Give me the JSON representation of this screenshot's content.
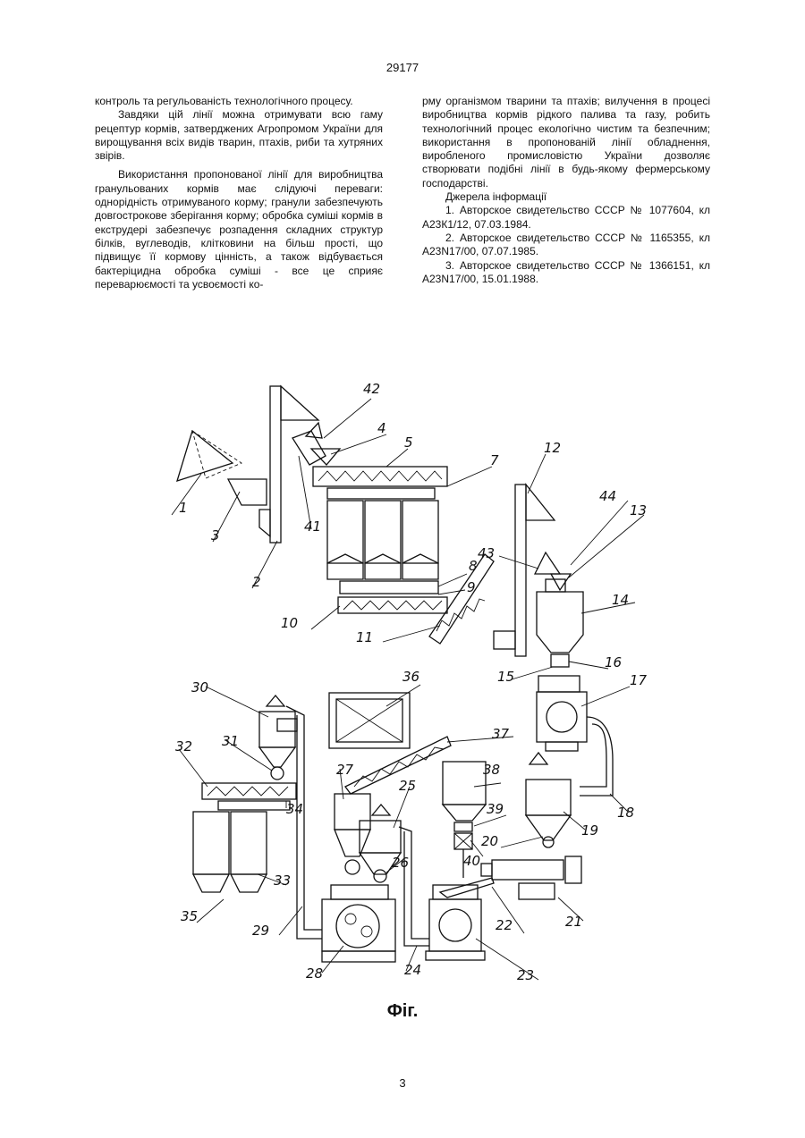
{
  "header": {
    "patent_number": "29177"
  },
  "left_column": [
    {
      "text": "контроль та регульованість технологічного процесу.",
      "indent": false
    },
    {
      "text": "Завдяки цій лінії можна отримувати всю гаму рецептур кормів, затверджених Агропромом України для вирощування всіх видів тварин, птахів, риби та хутряних звірів.",
      "indent": true
    },
    {
      "text": "Використання пропонованої лінії для виробництва гранульованих кормів має слідуючі переваги: однорідність отримуваного корму; гранули забезпечують довгострокове зберігання корму; обробка суміші кормів в екструдері забезпечує розпадення складних структур білків, вуглеводів, клітковини на більш прості, що підвищує її кормову цінність, а також відбувається бактеріцидна обробка суміші - все це сприяє переварюємості та усвоємості ко-",
      "indent": true
    }
  ],
  "right_column": [
    {
      "text": "рму організмом тварини та птахів; вилучення в процесі виробництва кормів рідкого палива та газу, робить технологічний процес екологічно чистим та безпечним; використання в пропонованій лінії обладнення, виробленого промисловістю України дозволяє створювати подібні лінії в будь-якому фермерському господарстві.",
      "indent": false
    },
    {
      "text": "Джерела інформації",
      "indent": true
    },
    {
      "text": "1. Авторское свидетельство СССР № 1077604, кл А23К1/12, 07.03.1984.",
      "indent": true
    },
    {
      "text": "2. Авторское свидетельство СССР № 1165355, кл А23N17/00, 07.07.1985.",
      "indent": true
    },
    {
      "text": "3. Авторское свидетельство СССР № 1366151, кл А23N17/00, 15.01.1988.",
      "indent": true
    }
  ],
  "figure": {
    "caption": "Фіг.",
    "labels": [
      "1",
      "2",
      "3",
      "4",
      "5",
      "7",
      "8",
      "9",
      "10",
      "11",
      "12",
      "13",
      "14",
      "15",
      "16",
      "17",
      "18",
      "19",
      "20",
      "21",
      "22",
      "23",
      "24",
      "25",
      "26",
      "27",
      "28",
      "29",
      "30",
      "31",
      "32",
      "33",
      "34",
      "35",
      "36",
      "37",
      "38",
      "39",
      "40",
      "41",
      "42",
      "43",
      "44"
    ]
  },
  "footer": {
    "page_number": "3"
  }
}
